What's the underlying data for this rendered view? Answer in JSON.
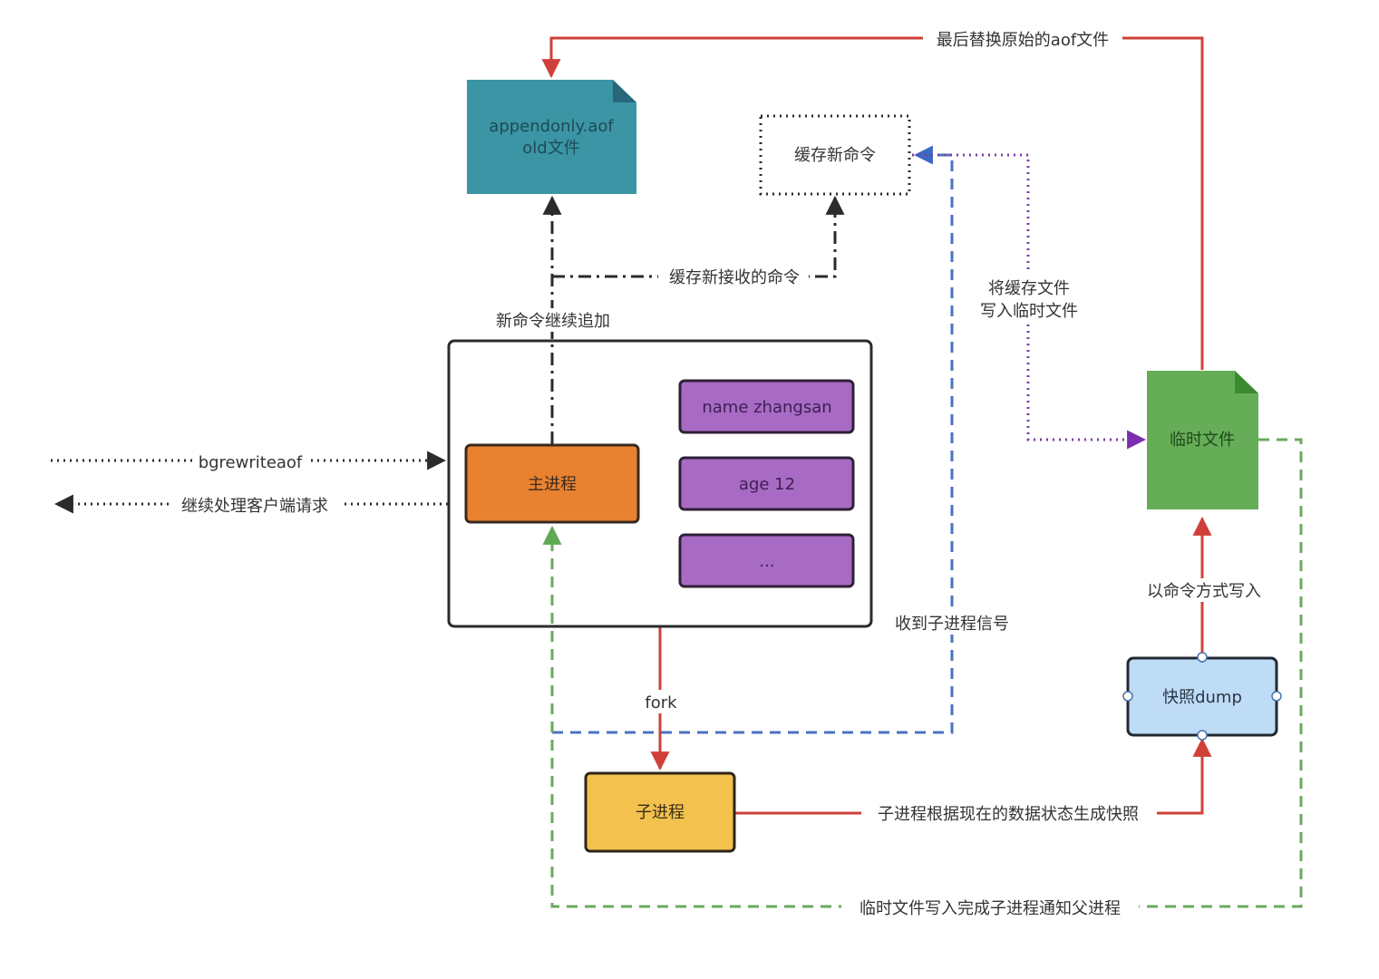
{
  "diagram": {
    "title": "AOF rewrite flow (bgrewriteaof)",
    "colors": {
      "aof_file": "#3b95a4",
      "aof_file_fold": "#26687a",
      "temp_file": "#66ad58",
      "temp_file_fold": "#3b8a30",
      "main_process": "#e98230",
      "child_process": "#f2c14e",
      "data_item": "#a86bc4",
      "snapshot": "#bfdcf7",
      "red_arrow": "#d0403a",
      "blue_dashed": "#4a72c2",
      "purple_dotted": "#7b3fa6",
      "green_dashed": "#6aaa5e",
      "black_line": "#2b2b2b"
    },
    "nodes": {
      "aof_file": {
        "line1": "appendonly.aof",
        "line2": "old文件"
      },
      "cache_new_commands": {
        "label": "缓存新命令"
      },
      "main_process": {
        "label": "主进程"
      },
      "data_items": [
        "name zhangsan",
        "age 12",
        "..."
      ],
      "temp_file": {
        "label": "临时文件"
      },
      "snapshot_dump": {
        "label": "快照dump"
      },
      "child_process": {
        "label": "子进程"
      }
    },
    "edges": {
      "replace_original": "最后替换原始的aof文件",
      "cache_received": "缓存新接收的命令",
      "append_new": "新命令继续追加",
      "write_cache_to_temp_line1": "将缓存文件",
      "write_cache_to_temp_line2": "写入临时文件",
      "bgrewriteaof": "bgrewriteaof",
      "continue_requests": "继续处理客户端请求",
      "receive_signal": "收到子进程信号",
      "write_as_commands": "以命令方式写入",
      "fork": "fork",
      "generate_snapshot": "子进程根据现在的数据状态生成快照",
      "notify_parent": "临时文件写入完成子进程通知父进程"
    }
  }
}
